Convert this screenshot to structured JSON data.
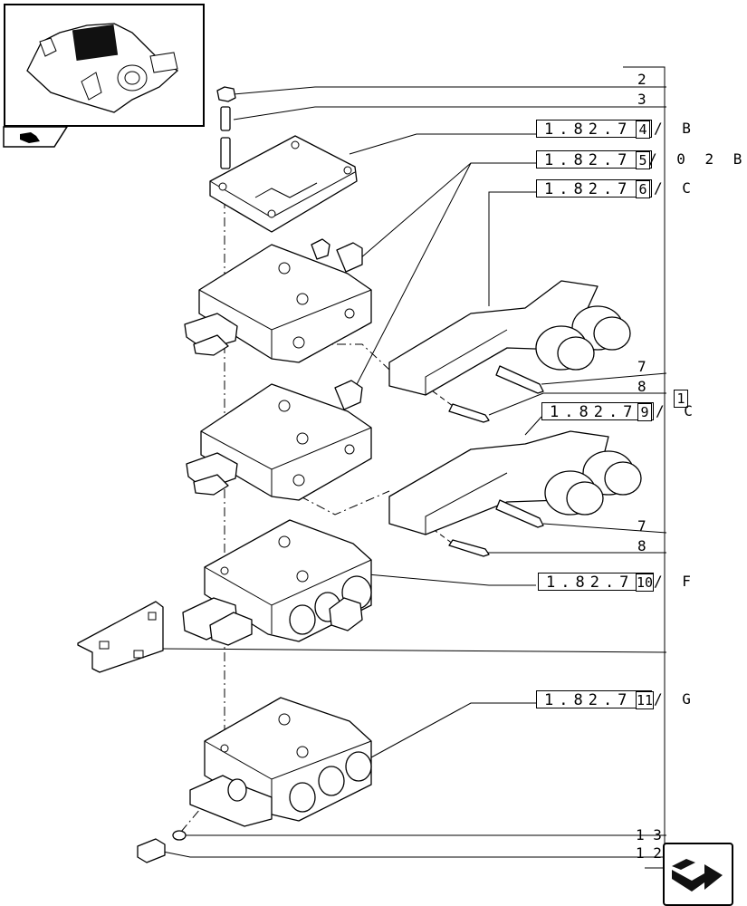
{
  "thumbnail": {
    "icon": "gearbox-thumbnail"
  },
  "nav_tab": {
    "icon": "tractor-icon"
  },
  "nav_arrow": {
    "icon": "return-arrow-icon"
  },
  "refs": [
    {
      "text": "1.82.7",
      "box": "4",
      "suffix": "/ B"
    },
    {
      "text": "1.82.7",
      "box": "5",
      "suffix": "/ 0 2 B"
    },
    {
      "text": "1.82.7",
      "box": "6",
      "suffix": "/ C"
    },
    {
      "text": "1.82.7",
      "box": "9",
      "suffix": "/ C"
    },
    {
      "text": "1.82.7",
      "box": "10",
      "suffix": "/ F"
    },
    {
      "text": "1.82.7",
      "box": "11",
      "suffix": "/ G"
    }
  ],
  "group_box": "1",
  "callouts": {
    "c2": "2",
    "c3": "3",
    "c7a": "7",
    "c8a": "8",
    "c7b": "7",
    "c8b": "8",
    "c13": "1 3",
    "c12": "1 2"
  }
}
